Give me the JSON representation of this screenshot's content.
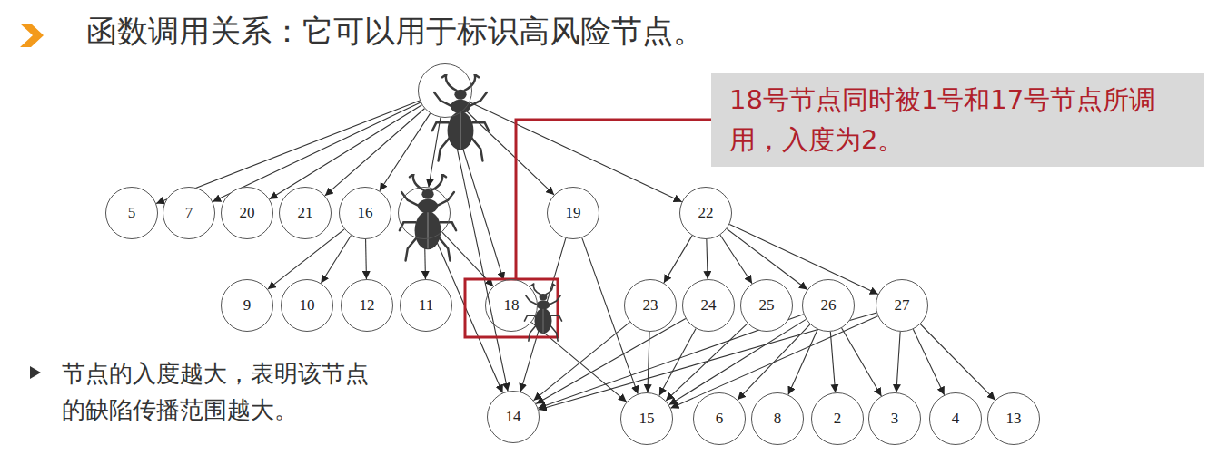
{
  "diagram": {
    "title": "函数调用关系：它可以用于标识高风险节点。",
    "nodes": [
      {
        "text": []
      },
      {
        "text": [
          "18号节点同时被1号和17号节点所调用，入度为2。"
        ]
      },
      {
        "text": [
          "5"
        ]
      },
      {
        "text": [
          "7"
        ]
      },
      {
        "text": [
          "20"
        ]
      },
      {
        "text": [
          "21"
        ]
      },
      {
        "text": [
          "16"
        ]
      },
      {
        "text": []
      },
      {
        "text": [
          "19"
        ]
      },
      {
        "text": [
          "22"
        ]
      },
      {
        "text": [
          "9"
        ]
      },
      {
        "text": [
          "10"
        ]
      },
      {
        "text": [
          "12"
        ]
      },
      {
        "text": [
          "11"
        ]
      },
      {
        "text": [
          "18"
        ]
      },
      {
        "text": [
          "23"
        ]
      },
      {
        "text": [
          "24"
        ]
      },
      {
        "text": [
          "25"
        ]
      },
      {
        "text": [
          "26"
        ]
      },
      {
        "text": [
          "27"
        ]
      },
      {
        "text": [
          "14"
        ]
      },
      {
        "text": [
          "15"
        ]
      },
      {
        "text": [
          "6"
        ]
      },
      {
        "text": [
          "8"
        ]
      },
      {
        "text": [
          "2"
        ]
      },
      {
        "text": [
          "3"
        ]
      },
      {
        "text": [
          "4"
        ]
      },
      {
        "text": [
          "13"
        ]
      }
    ],
    "edges": [
      {
        "from": 0,
        "to": 2,
        "arrow": "to"
      },
      {
        "from": 0,
        "to": 3,
        "arrow": "to"
      },
      {
        "from": 0,
        "to": 4,
        "arrow": "to"
      },
      {
        "from": 0,
        "to": 5,
        "arrow": "to"
      },
      {
        "from": 0,
        "to": 6,
        "arrow": "to"
      },
      {
        "from": 0,
        "to": 7,
        "arrow": "to"
      },
      {
        "from": 0,
        "to": 14,
        "arrow": "to"
      },
      {
        "from": 0,
        "to": 20,
        "arrow": "to"
      },
      {
        "from": 0,
        "to": 8,
        "arrow": "to"
      },
      {
        "from": 0,
        "to": 9,
        "arrow": "to"
      },
      {
        "from": 6,
        "to": 10,
        "arrow": "to"
      },
      {
        "from": 6,
        "to": 11,
        "arrow": "to"
      },
      {
        "from": 6,
        "to": 12,
        "arrow": "to"
      },
      {
        "from": 7,
        "to": 13,
        "arrow": "to"
      },
      {
        "from": 7,
        "to": 14,
        "arrow": "to"
      },
      {
        "from": 7,
        "to": 20,
        "arrow": "to"
      },
      {
        "from": 14,
        "to": 21,
        "arrow": "to"
      },
      {
        "from": 8,
        "to": 21,
        "arrow": "to"
      },
      {
        "from": 8,
        "to": 20,
        "arrow": "to"
      },
      {
        "from": 9,
        "to": 15,
        "arrow": "to"
      },
      {
        "from": 9,
        "to": 16,
        "arrow": "to"
      },
      {
        "from": 9,
        "to": 17,
        "arrow": "to"
      },
      {
        "from": 9,
        "to": 18,
        "arrow": "to"
      },
      {
        "from": 9,
        "to": 19,
        "arrow": "to"
      },
      {
        "from": 15,
        "to": 20,
        "arrow": "to"
      },
      {
        "from": 15,
        "to": 21,
        "arrow": "to"
      },
      {
        "from": 16,
        "to": 20,
        "arrow": "to"
      },
      {
        "from": 16,
        "to": 21,
        "arrow": "to"
      },
      {
        "from": 17,
        "to": 21,
        "arrow": "to"
      },
      {
        "from": 18,
        "to": 20,
        "arrow": "to"
      },
      {
        "from": 18,
        "to": 21,
        "arrow": "to"
      },
      {
        "from": 18,
        "to": 22,
        "arrow": "to"
      },
      {
        "from": 18,
        "to": 23,
        "arrow": "to"
      },
      {
        "from": 18,
        "to": 24,
        "arrow": "to"
      },
      {
        "from": 18,
        "to": 25,
        "arrow": "to"
      },
      {
        "from": 19,
        "to": 20,
        "arrow": "to"
      },
      {
        "from": 19,
        "to": 21,
        "arrow": "to"
      },
      {
        "from": 19,
        "to": 25,
        "arrow": "to"
      },
      {
        "from": 19,
        "to": 26,
        "arrow": "to"
      },
      {
        "from": 19,
        "to": 27,
        "arrow": "to"
      },
      {
        "from": 1,
        "to": 14,
        "arrow": "none"
      }
    ],
    "labels": [
      "节点的入度越大，表明该节点的缺陷传播范围越大。"
    ]
  }
}
